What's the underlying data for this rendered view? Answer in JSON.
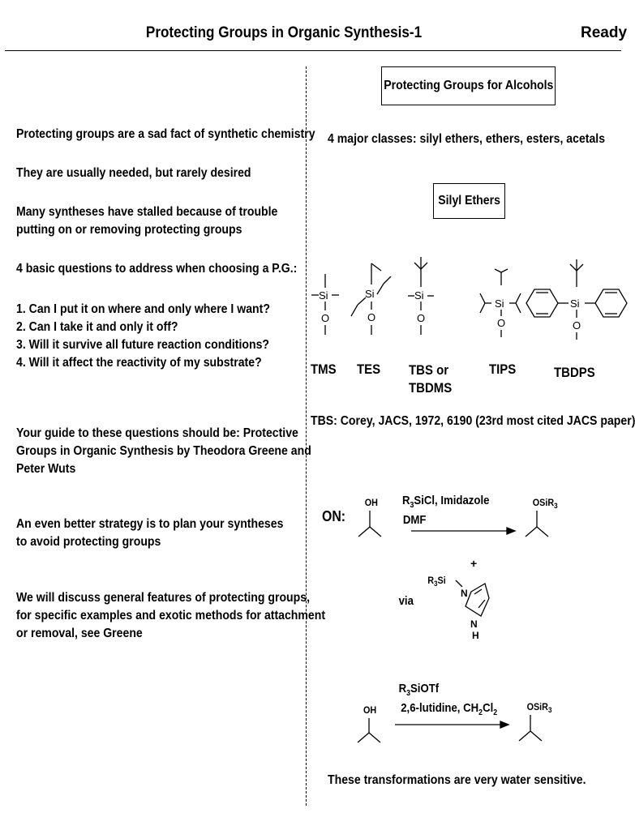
{
  "header": {
    "title": "Protecting Groups in Organic Synthesis-1",
    "status": "Ready"
  },
  "left": {
    "p1": "Protecting groups are a sad fact of synthetic chemistry",
    "p2": "They are usually needed, but rarely desired",
    "p3_l1": "Many syntheses have stalled because of trouble",
    "p3_l2": "putting on or removing protecting groups",
    "p4": "4 basic questions to address when choosing a P.G.:",
    "questions": [
      "1.  Can I put it on where and only where I want?",
      "2.  Can I take it and only it off?",
      "3.  Will it survive all future reaction conditions?",
      "4.  Will it affect the reactivity of my substrate?"
    ],
    "guide": [
      "Your guide to these questions should be:  Protective",
      "Groups in Organic Synthesis by Theodora Greene and",
      "Peter Wuts"
    ],
    "strategy": [
      "An even better strategy is to plan your syntheses",
      "to avoid protecting groups"
    ],
    "discuss": [
      "We will discuss general features of protecting groups,",
      "for specific examples and exotic methods for attachment",
      "or removal, see Greene"
    ]
  },
  "right": {
    "box_title": "Protecting Groups for Alcohols",
    "classes": "4 major classes:  silyl ethers, ethers, esters, acetals",
    "silyl_box": "Silyl Ethers",
    "molecules": {
      "tms": "TMS",
      "tes": "TES",
      "tbs_l1": "TBS or",
      "tbs_l2": "TBDMS",
      "tips": "TIPS",
      "tbdps": "TBDPS"
    },
    "tbs_ref": "TBS:  Corey, JACS, 1972, 6190 (23rd most cited JACS paper)",
    "on_label": "ON:",
    "note": "These transformations are very water sensitive."
  }
}
